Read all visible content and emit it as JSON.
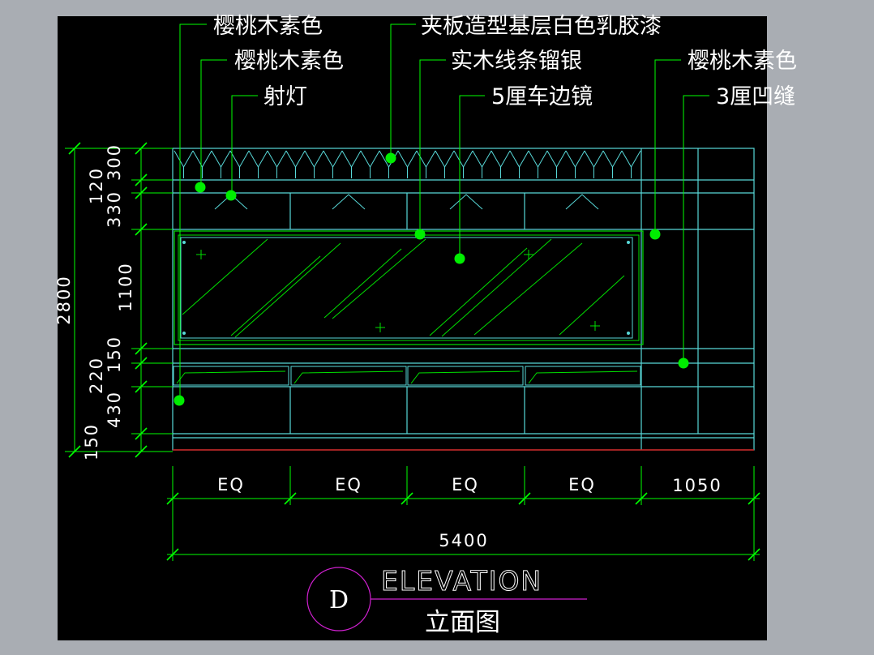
{
  "colors": {
    "background": "#000000",
    "frame": "#a9adb3",
    "cyan": "#58d8d8",
    "green": "#00e000",
    "dim_green": "#00ff00",
    "white": "#ffffff",
    "magenta": "#d020d0",
    "red": "#d02020"
  },
  "callouts": {
    "l1": "樱桃木素色",
    "l2": "樱桃木素色",
    "l3": "射灯",
    "l4": "夹板造型基层白色乳胶漆",
    "l5": "实木线条镏银",
    "l6": "5厘车边镜",
    "l7": "樱桃木素色",
    "l8": "3厘凹缝"
  },
  "dimensions": {
    "left": {
      "total": "2800",
      "d300": "300",
      "d120": "120",
      "d330": "330",
      "d1100": "1100",
      "d150a": "150",
      "d220": "220",
      "d430": "430",
      "d150b": "150"
    },
    "bottom": {
      "eq1": "EQ",
      "eq2": "EQ",
      "eq3": "EQ",
      "eq4": "EQ",
      "d1050": "1050",
      "total": "5400"
    }
  },
  "title_block": {
    "letter": "D",
    "title": "ELEVATION",
    "subtitle": "立面图"
  }
}
